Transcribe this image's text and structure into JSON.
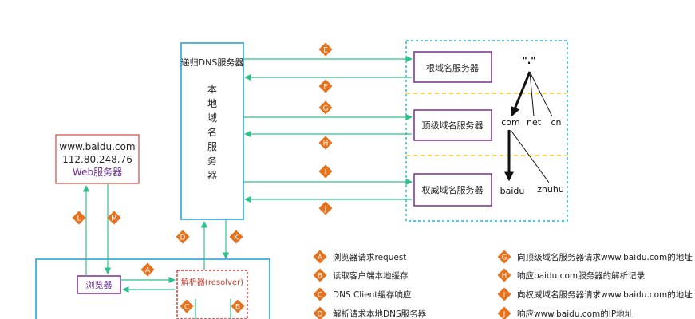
{
  "web_server": {
    "line1": "www.baidu.com",
    "line2": "112.80.248.76",
    "line3": "Web服务器",
    "label_color": "#6a2c91"
  },
  "local_dns": {
    "recursive_label": "递归DNS服务器",
    "vertical_label": [
      "本",
      "地",
      "域",
      "名",
      "服",
      "务",
      "器"
    ]
  },
  "authority_servers": {
    "root": "根域名服务器",
    "tld": "顶级域名服务器",
    "authoritative": "权威域名服务器"
  },
  "tree": {
    "root": "\".\"",
    "level1": [
      "com",
      "net",
      "cn"
    ],
    "level2": [
      "baidu",
      "zhuhu"
    ]
  },
  "client": {
    "browser": "浏览器",
    "resolver": "解析器(resolver)"
  },
  "step_letters": {
    "A": "A",
    "B": "B",
    "C": "C",
    "D": "D",
    "E": "E",
    "F": "F",
    "G": "G",
    "H": "H",
    "I": "I",
    "J": "J",
    "K": "K",
    "L": "L",
    "M": "M"
  },
  "legend_left": [
    {
      "letter": "A",
      "text": "浏览器请求request"
    },
    {
      "letter": "B",
      "text": "读取客户端本地缓存"
    },
    {
      "letter": "C",
      "text": "DNS Client缓存响应"
    },
    {
      "letter": "D",
      "text": "解析请求本地DNS服务器"
    }
  ],
  "legend_right": [
    {
      "letter": "G",
      "text": "向顶级域名服务器请求www.baidu.com的地址"
    },
    {
      "letter": "H",
      "text": "响应baidu.com服务器的解析记录"
    },
    {
      "letter": "I",
      "text": "向权威域名服务器请求www.baidu.com的地址"
    },
    {
      "letter": "J",
      "text": "响应www.baidu.com的IP地址"
    }
  ],
  "colors": {
    "box_border_blue": "#1e9bd7",
    "box_border_purple": "#7a2d8f",
    "arrow_green": "#2ec08a",
    "badge_orange": "#e8711c",
    "dash_yellow": "#f5c518",
    "dash_cyan": "#1fb5d8",
    "resolver_red": "#e03030"
  }
}
